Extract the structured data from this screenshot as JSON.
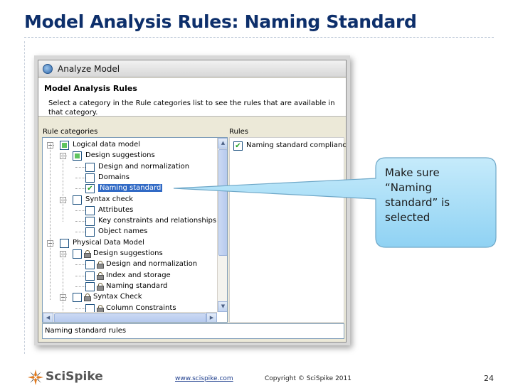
{
  "slide": {
    "title": "Model Analysis Rules: Naming Standard",
    "page_number": "24"
  },
  "dialog": {
    "title": "Analyze Model",
    "header_title": "Model Analysis Rules",
    "header_description": "Select a category in the Rule categories list to see the rules that are available in that category.",
    "categories_label": "Rule categories",
    "rules_label": "Rules",
    "tree": [
      {
        "label": "Logical data model",
        "level": 0,
        "expander": "−",
        "check": "partial",
        "locked": false,
        "selected": false
      },
      {
        "label": "Design suggestions",
        "level": 1,
        "expander": "−",
        "check": "partial",
        "locked": false,
        "selected": false
      },
      {
        "label": "Design and normalization",
        "level": 2,
        "expander": "",
        "check": "unchecked",
        "locked": false,
        "selected": false
      },
      {
        "label": "Domains",
        "level": 2,
        "expander": "",
        "check": "unchecked",
        "locked": false,
        "selected": false
      },
      {
        "label": "Naming standard",
        "level": 2,
        "expander": "",
        "check": "checked",
        "locked": false,
        "selected": true
      },
      {
        "label": "Syntax check",
        "level": 1,
        "expander": "−",
        "check": "unchecked",
        "locked": false,
        "selected": false
      },
      {
        "label": "Attributes",
        "level": 2,
        "expander": "",
        "check": "unchecked",
        "locked": false,
        "selected": false
      },
      {
        "label": "Key constraints and relationships",
        "level": 2,
        "expander": "",
        "check": "unchecked",
        "locked": false,
        "selected": false
      },
      {
        "label": "Object names",
        "level": 2,
        "expander": "",
        "check": "unchecked",
        "locked": false,
        "selected": false
      },
      {
        "label": "Physical Data Model",
        "level": 0,
        "expander": "−",
        "check": "unchecked",
        "locked": false,
        "selected": false
      },
      {
        "label": "Design suggestions",
        "level": 1,
        "expander": "−",
        "check": "unchecked",
        "locked": true,
        "selected": false
      },
      {
        "label": "Design and normalization",
        "level": 2,
        "expander": "",
        "check": "unchecked",
        "locked": true,
        "selected": false
      },
      {
        "label": "Index and storage",
        "level": 2,
        "expander": "",
        "check": "unchecked",
        "locked": true,
        "selected": false
      },
      {
        "label": "Naming standard",
        "level": 2,
        "expander": "",
        "check": "unchecked",
        "locked": true,
        "selected": false
      },
      {
        "label": "Syntax Check",
        "level": 1,
        "expander": "−",
        "check": "unchecked",
        "locked": true,
        "selected": false
      },
      {
        "label": "Column Constraints",
        "level": 2,
        "expander": "",
        "check": "unchecked",
        "locked": true,
        "selected": false
      }
    ],
    "rules": [
      {
        "label": "Naming standard compliance",
        "checked": true
      }
    ],
    "description_value": "Naming standard rules",
    "scroll": {
      "up": "▲",
      "down": "▼",
      "left": "◀",
      "right": "▶"
    }
  },
  "callout": {
    "lines": [
      "Make sure",
      "“Naming",
      "standard” is",
      "selected"
    ],
    "fill_color": "#9fd9f6",
    "border_color": "#6fa8c8"
  },
  "footer": {
    "logo_text": "SciSpike",
    "link": "www.scispike.com",
    "copyright": "Copyright © SciSpike 2011"
  },
  "colors": {
    "title": "#0d2f6b",
    "selection": "#316ac5",
    "check": "#21a121"
  }
}
